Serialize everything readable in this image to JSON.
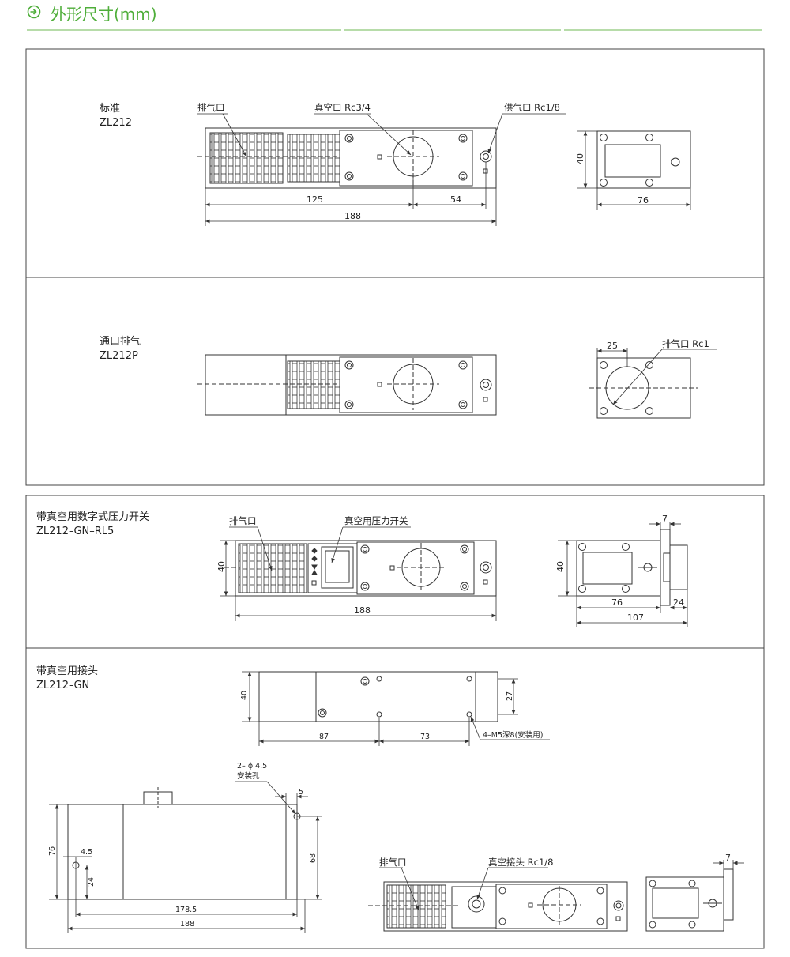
{
  "header": {
    "title": "外形尺寸(mm)",
    "accent_color": "#4fae3a",
    "icon": "circle-arrow-right-icon"
  },
  "sections": {
    "standard": {
      "title": "标准",
      "model": "ZL212",
      "labels": {
        "exhaust": "排气口",
        "vacuum": "真空口 Rc3/4",
        "supply": "供气口 Rc1/8"
      },
      "dims": {
        "d125": "125",
        "d54": "54",
        "d188": "188",
        "d40": "40",
        "d76": "76"
      }
    },
    "port_exhaust": {
      "title": "通口排气",
      "model": "ZL212P",
      "labels": {
        "exhaust_port": "排气口 Rc1"
      },
      "dims": {
        "d25": "25"
      }
    },
    "digital_switch": {
      "title": "带真空用数字式压力开关",
      "model": "ZL212–GN–RL5",
      "labels": {
        "exhaust": "排气口",
        "switch": "真空用压力开关"
      },
      "dims": {
        "d40a": "40",
        "d188": "188",
        "d40b": "40",
        "d7": "7",
        "d76": "76",
        "d24": "24",
        "d107": "107"
      }
    },
    "connector": {
      "title": "带真空用接头",
      "model": "ZL212–GN",
      "labels": {
        "mount_hole_a": "2– ϕ 4.5",
        "mount_hole_b": "安装孔",
        "tapped": "4–M5深8(安装用)",
        "exhaust": "排气口",
        "vacuum_joint": "真空接头 Rc1/8"
      },
      "dims": {
        "d40": "40",
        "d27": "27",
        "d87": "87",
        "d73": "73",
        "d5": "5",
        "d76": "76",
        "d68": "68",
        "d4_5": "4.5",
        "d24": "24",
        "d178_5": "178.5",
        "d188": "188",
        "d7": "7"
      }
    }
  }
}
